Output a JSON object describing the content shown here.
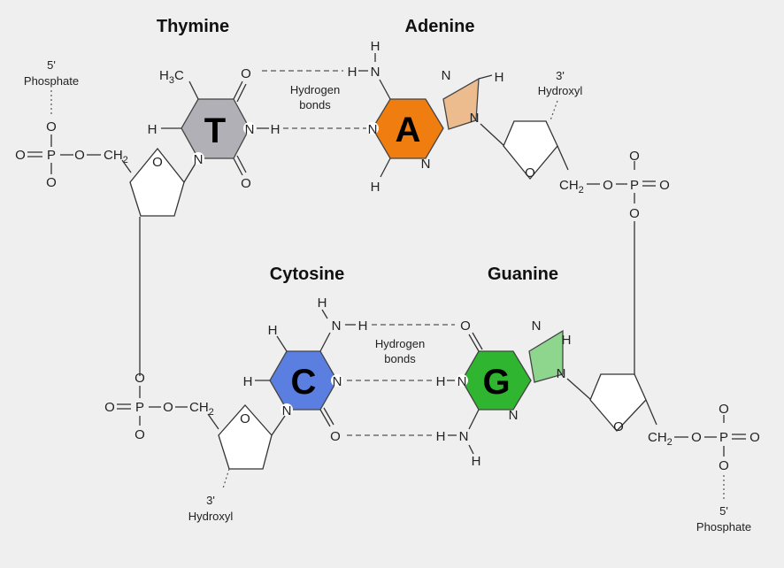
{
  "labels": {
    "thymine": "Thymine",
    "adenine": "Adenine",
    "cytosine": "Cytosine",
    "guanine": "Guanine"
  },
  "letters": {
    "t": "T",
    "a": "A",
    "c": "C",
    "g": "G"
  },
  "annotations": {
    "hydrogen": "Hydrogen",
    "bonds": "bonds",
    "prime5": "5'",
    "prime3": "3'",
    "phosphate": "Phosphate",
    "hydroxyl": "Hydroxyl"
  },
  "atoms": {
    "O": "O",
    "P": "P",
    "N": "N",
    "H": "H",
    "C": "C"
  },
  "colors": {
    "thymine": "#b0b0b6",
    "adenine": "#ef7d10",
    "adenine_ring": "#ecbb8e",
    "cytosine": "#5b7fe0",
    "guanine": "#2fb52f",
    "guanine_ring": "#8ed68e"
  }
}
